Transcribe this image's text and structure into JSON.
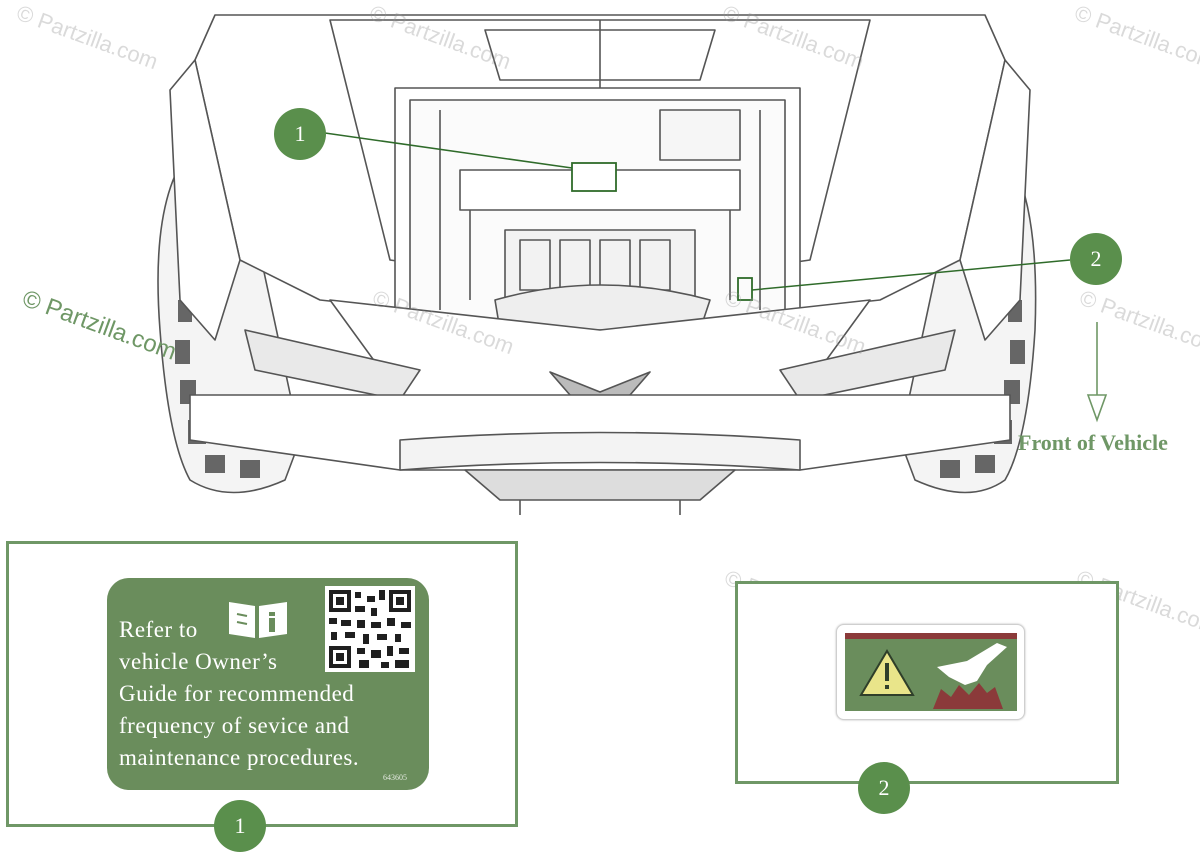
{
  "decal_1": {
    "lines": [
      "Refer to",
      "vehicle Owner’s",
      "Guide for recommended",
      "frequency of sevice and",
      "maintenance procedures."
    ],
    "code": "643605",
    "qr_icon": "qr-code-icon",
    "manual_icon": "owner-guide-book-icon"
  },
  "decal_2": {
    "warning_icon": "warning-triangle-icon",
    "hand_icon": "hand-hot-surface-icon"
  },
  "callouts": {
    "one": "1",
    "two": "2"
  },
  "front_label": "Front of Vehicle",
  "watermark": "© Partzilla.com",
  "colors": {
    "accent_green": "#6f9766",
    "decal_green": "#6a8d5c",
    "callout_green": "#5a8f4c",
    "hazard_red": "#8b3a3a",
    "warning_yellow": "#e9e58a"
  }
}
